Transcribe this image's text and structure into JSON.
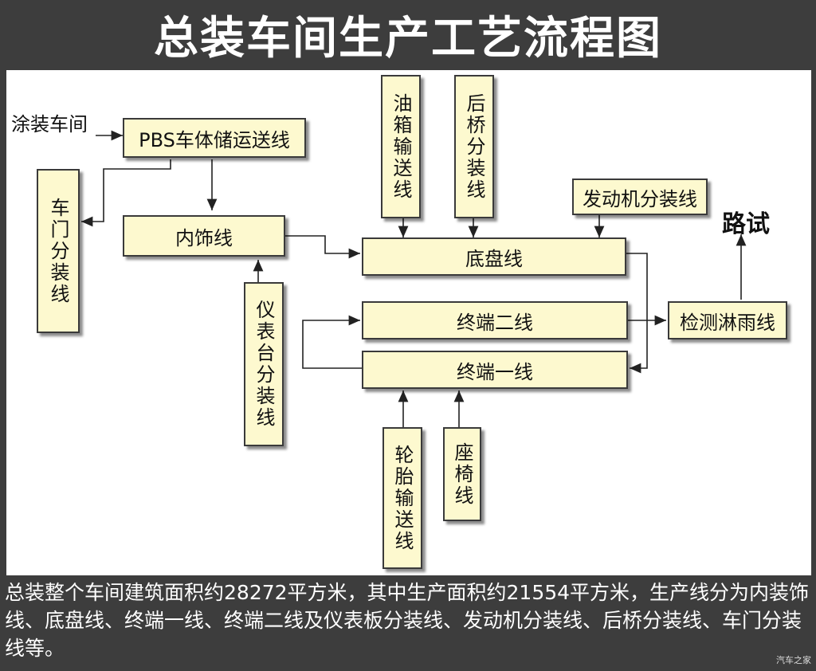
{
  "title": "总装车间生产工艺流程图",
  "nodes": {
    "source": "涂装车间",
    "pbs": "PBS车体储运送线",
    "door": "车门分装线",
    "trim": "内饰线",
    "dashboard": "仪表台分装线",
    "fuel_tank": "油箱输送线",
    "rear_axle": "后桥分装线",
    "engine": "发动机分装线",
    "chassis": "底盘线",
    "final2": "终端二线",
    "final1": "终端一线",
    "tire": "轮胎输送线",
    "seat": "座椅线",
    "inspection": "检测淋雨线",
    "road_test": "路试"
  },
  "caption": "总装整个车间建筑面积约28272平方米，其中生产面积约21554平方米，生产线分为内装饰线、底盘线、终端一线、终端二线及仪表板分装线、发动机分装线、后桥分装线、车门分装线等。",
  "watermark": "汽车之家",
  "colors": {
    "background": "#3d3d3d",
    "box_fill": "#fdf9cf",
    "canvas": "#ffffff",
    "text": "#111111"
  }
}
